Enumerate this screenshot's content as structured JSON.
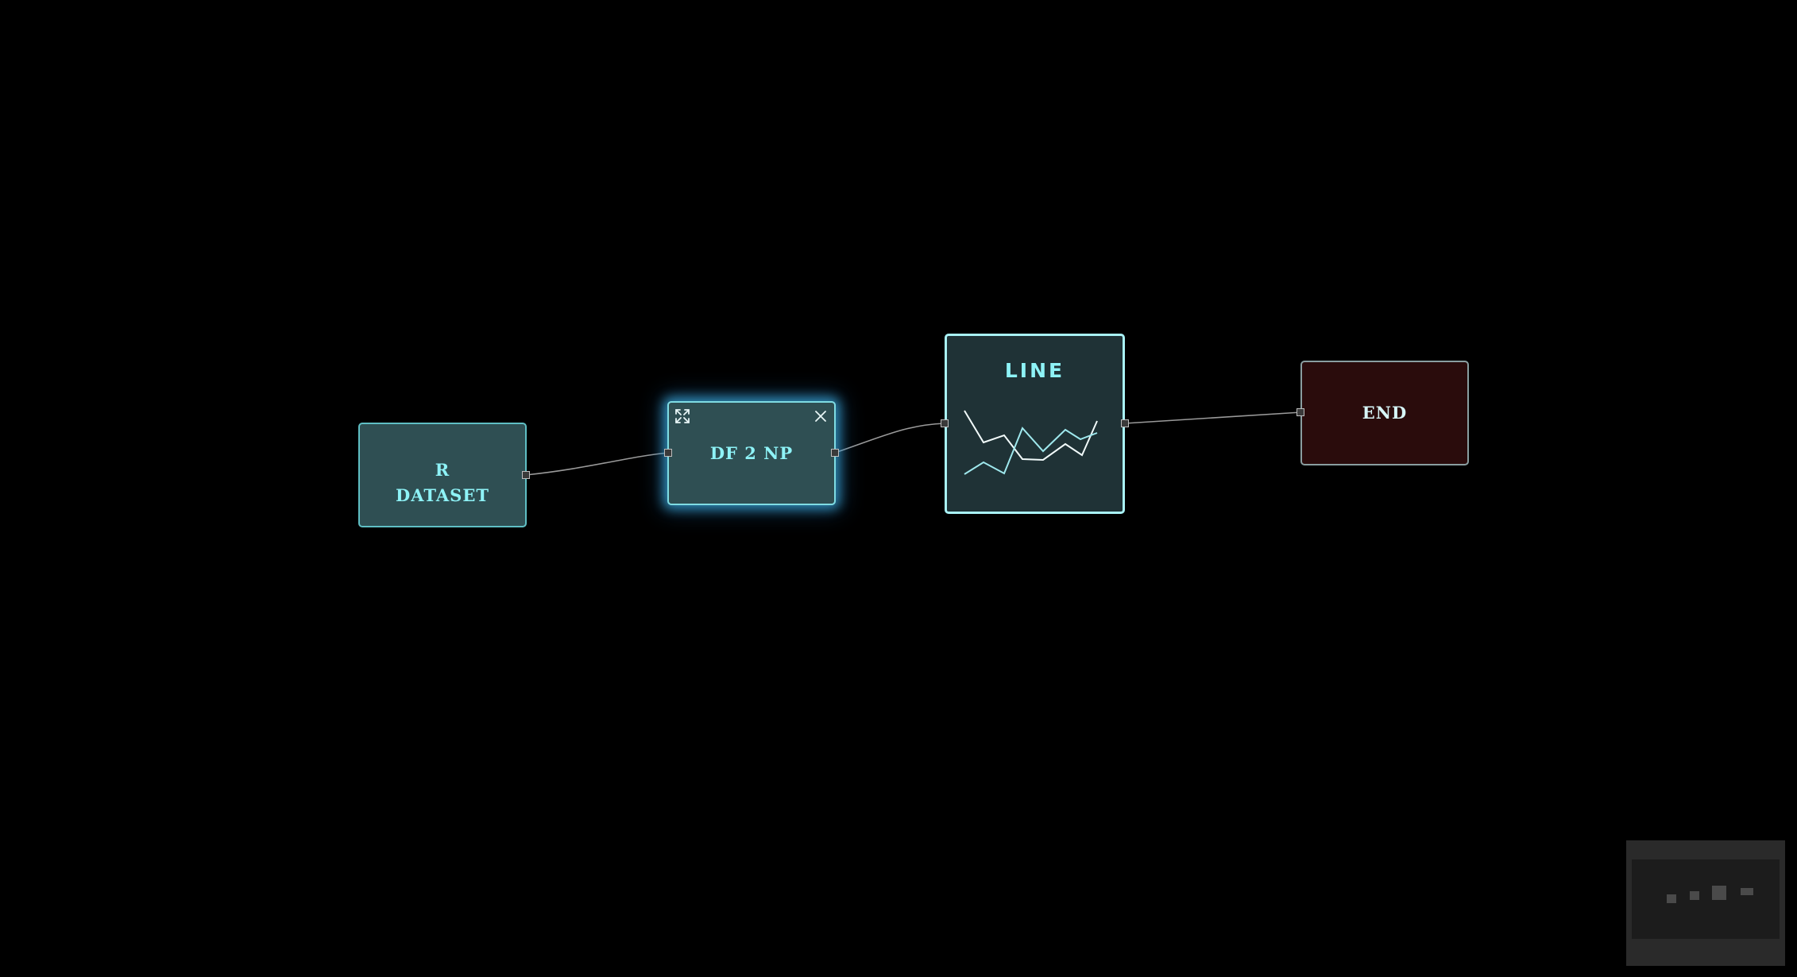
{
  "canvas": {
    "background": "#000000"
  },
  "nodes": [
    {
      "id": "r-dataset",
      "lines": [
        "R",
        "DATASET"
      ]
    },
    {
      "id": "df2np",
      "label": "DF 2 NP",
      "selected": true,
      "controls": [
        "expand-icon",
        "close-icon"
      ]
    },
    {
      "id": "line",
      "label": "LINE",
      "preview": "line-chart-icon"
    },
    {
      "id": "end",
      "label": "END"
    }
  ],
  "colors": {
    "node_fill": "#2f4f53",
    "node_border": "#5fbfc4",
    "node_text": "#8ef3f7",
    "selected_glow": "#3cb0e0",
    "end_fill": "#2a0c0c",
    "wire": "#9a9a9a",
    "minimap_bg": "#2a2a2a"
  },
  "icons": {
    "expand": "expand-icon",
    "close": "close-icon",
    "preview": "line-chart-icon"
  }
}
